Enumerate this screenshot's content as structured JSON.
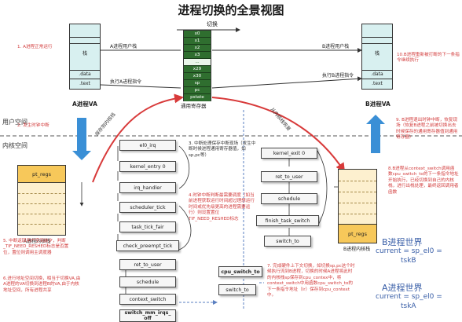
{
  "title": "进程切换的全景视图",
  "switch_label": "切换",
  "regs": {
    "caption": "通用寄存器",
    "items": [
      "x0",
      "x1",
      "x2",
      "x3",
      "...",
      "x29",
      "x30",
      "sp",
      "pc",
      "pstate"
    ]
  },
  "proc_a": {
    "title": "A进程VA",
    "stack_label": "栈",
    "data_label": ".data",
    "text_label": ".text",
    "user_stack_arrow": "A进程用户栈",
    "user_instr_arrow": "执行A进程指令",
    "kstack_pt_regs": "pt_regs",
    "kstack_caption": "A进程内核栈"
  },
  "proc_b": {
    "title": "B进程VA",
    "stack_label": "栈",
    "data_label": ".data",
    "text_label": ".text",
    "user_stack_arrow": "B进程用户栈",
    "user_instr_arrow": "执行B进程指令",
    "kstack_pt_regs": "pt_regs",
    "kstack_caption": "B进程内核栈",
    "world_title": "B进程世界",
    "world_formula_1": "current = sp_el0 =",
    "world_formula_2": "tskB"
  },
  "a_world": {
    "title": "A进程世界",
    "formula_1": "current = sp_el0 =",
    "formula_2": "tskA"
  },
  "zones": {
    "user": "用户空间",
    "kernel": "内核空间"
  },
  "diag_labels": {
    "save_to_kstack": "保存到内核栈",
    "restore_from_kstack": "从内核栈恢复"
  },
  "flow": {
    "el0_irq": "el0_irq",
    "kernel_entry": "kernel_entry 0",
    "irq_handler": "irq_handler",
    "scheduler_tick": "scheduler_tick",
    "task_tick_fair": "task_tick_fair",
    "check_preempt_tick": "check_preempt_tick",
    "ret_to_user": "ret_to_user",
    "schedule": "schedule",
    "context_switch": "context_switch",
    "switch_mm_irqs_off": "switch_mm_irqs_",
    "switch_mm_cont": "off",
    "switch_to": "switch_to",
    "cpu_switch_to": "cpu_switch_to"
  },
  "b_flow": {
    "kernel_exit": "kernel_exit 0",
    "ret_to_user": "ret_to_user",
    "schedule": "schedule",
    "finish_task_switch": "finish_task_switch",
    "switch_to": "switch_to"
  },
  "notes": {
    "n1": "1. A进程正常运行",
    "n2": "2. 发生时钟中断",
    "n3": "3. 中断处理保存中断现场（发生中断时候进程通用寄存器值，如sp,pc等）",
    "n4": "4.时钟中断判断最需要调度（如当前进程获取运行时间超过理想运行时间或优先级更高的进程需要运行）则设置置位TIF_NEED_RESHED标志",
    "n5": "5. 中断返回用户空间前夕，判断_TIF_NEED_RESHED标志是否置位，置位则调用主调度器",
    "n6": "6.进行地址空间切换，相当于切换VA,由A进程的VA切换到进程B的VA,由于内核地址空间，所有进程共享",
    "n7": "7. 完成硬件上下文切换，如切换sp,pc这个时候执行流到B进程，切换的时候A进程将此时的内核栈sp保存到cpu_contex中，将context_switch中用函数cpu_switch_to的下一条指令地址（lr）保存到cpu_context中。",
    "n8": "8.B进程从context_switch调用函数cpu_switch_to的下一条指令地址开始执行，已经切换到自己的内核栈，进行出栈处理，最终返回调用者函数",
    "n9": "9. B进程退出时钟中断，恢复现场（恢复B进程之前被切换出去时候保存的通用寄存器值到通用寄存器）",
    "n10": "10.B进程重新被打断的下一条指令继续执行"
  },
  "colors": {
    "teal": "#d8f0f0",
    "reg_green": "#2f6e2f",
    "stack_cream": "#fdf0cf",
    "pt_regs": "#f7c85a",
    "note_red": "#d23c3c",
    "arrow_red": "#d83a3a",
    "arrow_blue": "#3a8fd6",
    "dashed_blue": "#5a7fc0"
  }
}
